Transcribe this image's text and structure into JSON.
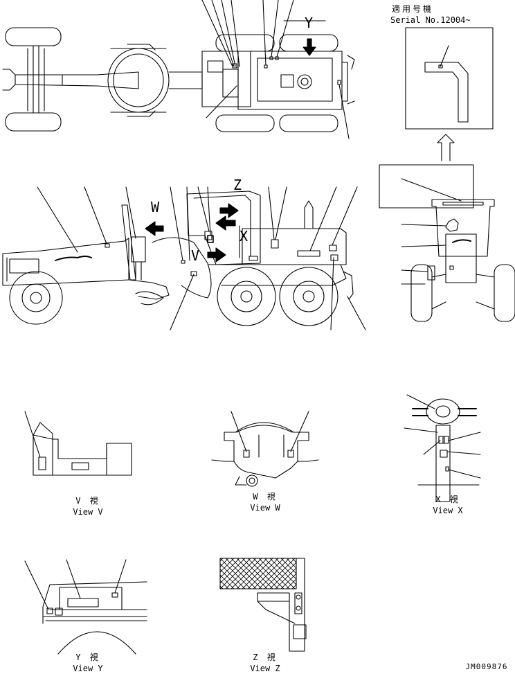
{
  "serial_block": {
    "japanese": "適用号機",
    "serial": "Serial No.12004~"
  },
  "callouts": {
    "y": "Y",
    "z": "Z",
    "w": "W",
    "v": "V",
    "x": "X"
  },
  "views": [
    {
      "id": "v",
      "japanese": "V 視",
      "label": "View V"
    },
    {
      "id": "w",
      "japanese": "W 視",
      "label": "View W"
    },
    {
      "id": "x",
      "japanese": "X 視",
      "label": "View X"
    },
    {
      "id": "y",
      "japanese": "Y 視",
      "label": "View Y"
    },
    {
      "id": "z",
      "japanese": "Z 視",
      "label": "View Z"
    }
  ],
  "drawing_number": "JM009876",
  "colors": {
    "line": "#000000",
    "background": "#ffffff"
  }
}
